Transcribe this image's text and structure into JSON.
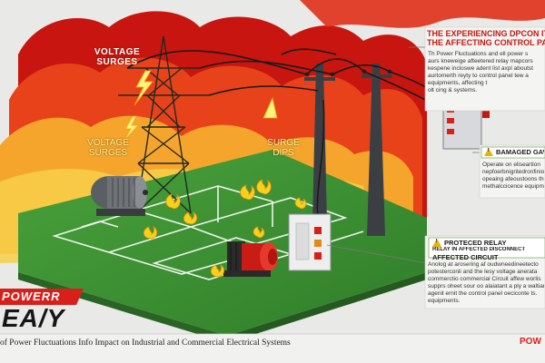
{
  "labels": {
    "voltage_surges_top": "VOLTAGE\nSURGES",
    "voltage_surges_mid": "VOLTAGE\nSURGES",
    "surge_dips": "SURGE\nDIPS"
  },
  "top_callout": {
    "title_line1": "THE EXPERIENCING DPCON ITC",
    "title_line2": "THE AFFECTING CONTROL PA",
    "body": [
      "Th Power Fluctuations and ell power s",
      "aurs kneweige afteetered relay mapcors",
      "kespene incloswe adent list axpl aboutst",
      "aurtomerth reyty to control panel tew a",
      "equipments, affecting t",
      "olt cing & systems."
    ]
  },
  "mid_callout": {
    "title": "BAMAGED GAV",
    "body": [
      "Operate on eliseartion",
      "nepfoerbnigritedronfinion",
      "opeaing afeoustoons the",
      "methalccicence equipmme"
    ]
  },
  "low_callout": {
    "title_line1": "PROTECED RELAY",
    "title_line2": "RELAY IN AFFECTED DISCONNECT",
    "title_line3": "AFFECTED CIRCUIT",
    "body": [
      "Anolog at arosering af oudwneedineetecto",
      "potesterconli and the lesy voltage anerata",
      "commerctio commercial Circuit affew worlis",
      "supprs oheet sour oo alaiatant a ply a waltiar",
      "agenit ernit the control panel oeciconte ts.",
      "equipments."
    ]
  },
  "brand": {
    "line1": "POWERR",
    "line2": "EA/Y",
    "right_tag": "POW"
  },
  "footer": {
    "text": "of Power Fluctuations Info   Impact on Industrial and Commercial Electrical Systems"
  },
  "colors": {
    "background": "#e9e9e7",
    "ground": "#3c8f34",
    "fire_dark": "#b8120f",
    "fire_mid": "#e8421a",
    "fire_light": "#f7b733",
    "brand_red": "#d8201a",
    "alert_yellow": "#e8b400"
  }
}
